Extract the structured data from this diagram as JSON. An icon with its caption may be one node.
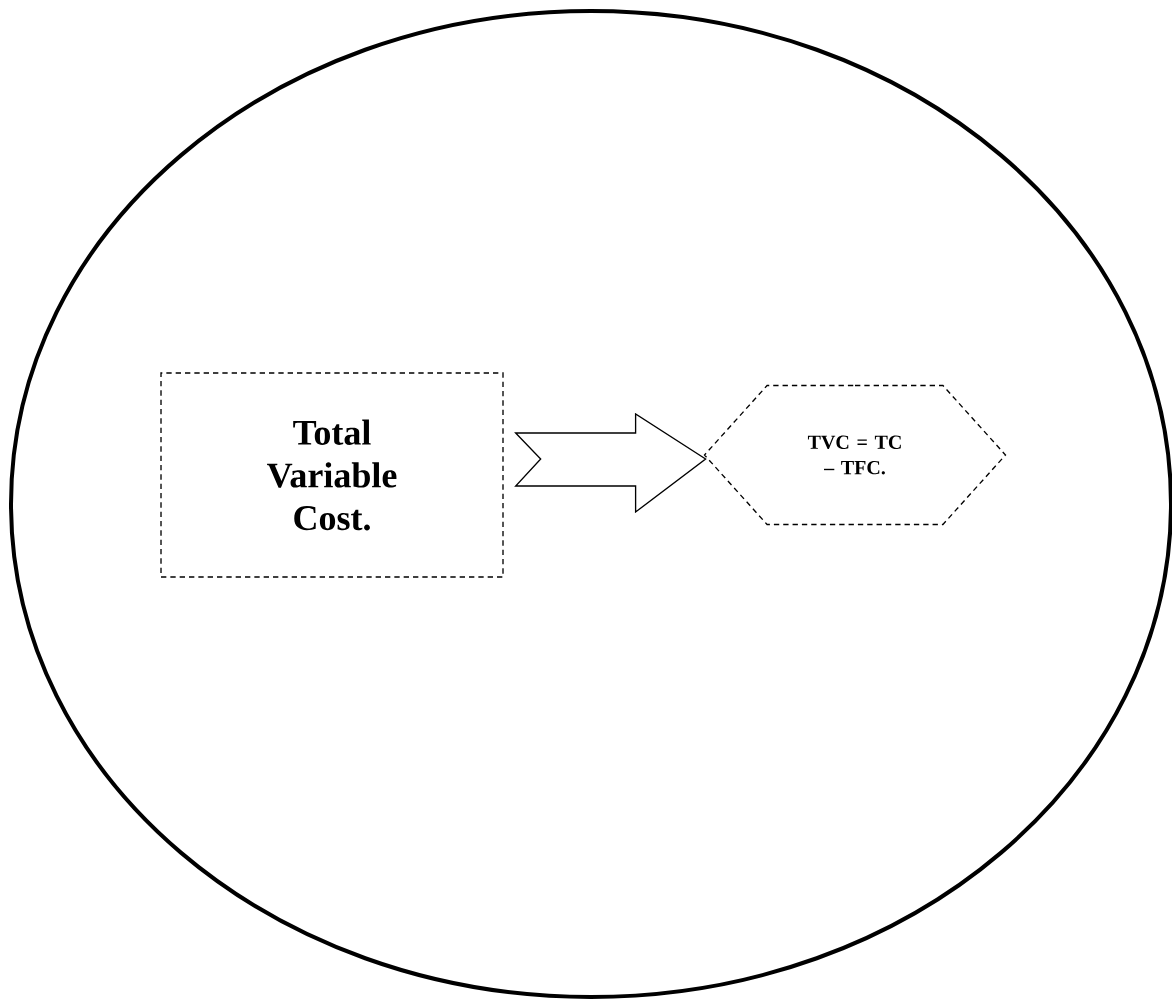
{
  "diagram": {
    "nodes": [
      {
        "text": [],
        "shape": "ellipse"
      },
      {
        "text": [
          "Total Variable Cost."
        ],
        "in": 0
      },
      {
        "text": [
          "TVC = TC – TFC."
        ],
        "in": 0
      }
    ],
    "edges": [
      {
        "from": 1,
        "to": 2,
        "arrow": "to"
      }
    ]
  }
}
